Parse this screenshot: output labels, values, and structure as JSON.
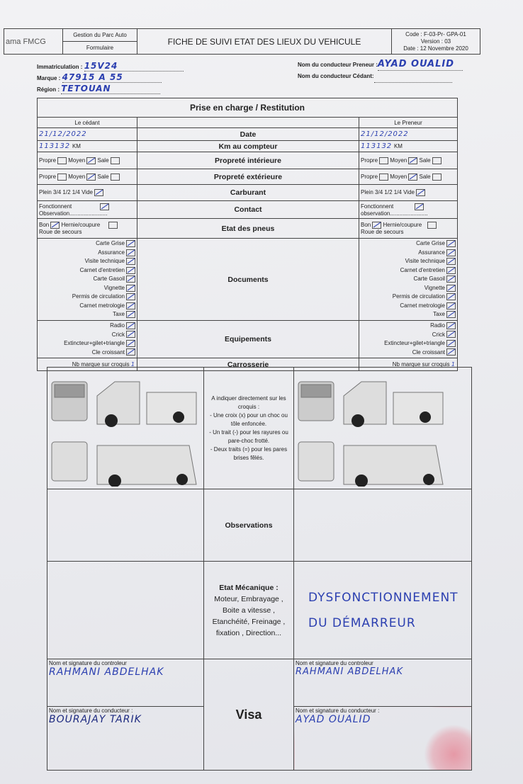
{
  "header": {
    "logo": "ama FMCG",
    "dept": "Gestion du Parc Auto",
    "type": "Formulaire",
    "title": "FICHE DE SUIVI ETAT DES LIEUX DU VEHICULE",
    "code": "Code : F-03-Pr- GPA-01",
    "version": "Version : 03",
    "date": "Date : 12 Novembre 2020"
  },
  "info": {
    "immat_label": "Immatriculation :",
    "immat": "15V24",
    "marque_label": "Marque :",
    "marque": "47915 A 55",
    "region_label": "Région :",
    "region": "TETOUAN",
    "preneur_label": "Nom du conducteur Preneur :",
    "preneur": "AYAD OUALID",
    "cedant_label": "Nom du conducteur Cédant:"
  },
  "table": {
    "title": "Prise en charge / Restitution",
    "cedant": "Le cédant",
    "preneur": "Le Preneur",
    "date_label": "Date",
    "date_cedant": "21/12/2022",
    "date_preneur": "21/12/2022",
    "km_label": "Km au compteur",
    "km_cedant": "113132",
    "km_preneur": "113132",
    "km_unit": "KM",
    "prop_int": "Propreté intérieure",
    "prop_ext": "Propreté extérieure",
    "propre": "Propre",
    "moyen": "Moyen",
    "sale": "Sale",
    "carburant": "Carburant",
    "fuel": [
      "Plein",
      "3/4",
      "1/2",
      "1/4",
      "Vide"
    ],
    "contact": "Contact",
    "fonctionnent": "Fonctionnent",
    "observation": "Observation",
    "observation_r": "observation",
    "pneus": "Etat des pneus",
    "bon": "Bon",
    "hernie": "Hernie/coupure",
    "roue": "Roue de secours",
    "documents": "Documents",
    "docs": [
      "Carte Grise",
      "Assurance",
      "Visite technique",
      "Carnet d'entretien",
      "Carte Gasoil",
      "Vignette",
      "Permis de circulation",
      "Carnet metrologie",
      "Taxe"
    ],
    "equipements": "Equipements",
    "equips": [
      "Radio",
      "Crick",
      "Extincteur+gilet+triangle",
      "Cle croissant"
    ],
    "carrosserie": "Carrosserie",
    "nb_marque": "Nb marque sur croquis",
    "nb_cedant": "1",
    "nb_preneur": "1"
  },
  "croquis": {
    "instructions": [
      "A indiquer directement sur les croquis :",
      "- Une croix (x) pour un choc ou tôle enfoncée.",
      "- Un trait (-) pour les rayures ou pare-choc frotté.",
      "- Deux traits (=) pour les pares brises fêlés."
    ]
  },
  "observations": {
    "label": "Observations"
  },
  "mecanique": {
    "label": "Etat Mécanique :",
    "detail": "Moteur, Embrayage , Boite a vitesse , Etanchéité, Freinage , fixation , Direction...",
    "note1": "DYSFONCTIONNEMENT",
    "note2": "DU DÉMARREUR"
  },
  "signatures": {
    "controleur_label": "Nom et signature du controleur",
    "controleur_left": "RAHMANI ABDELHAK",
    "controleur_right": "RAHMANI ABDELHAK",
    "conducteur_label": "Nom et signature du conducteur :",
    "conducteur_left": "BOURAJAY TARIK",
    "conducteur_right": "AYAD OUALID",
    "visa": "Visa"
  }
}
